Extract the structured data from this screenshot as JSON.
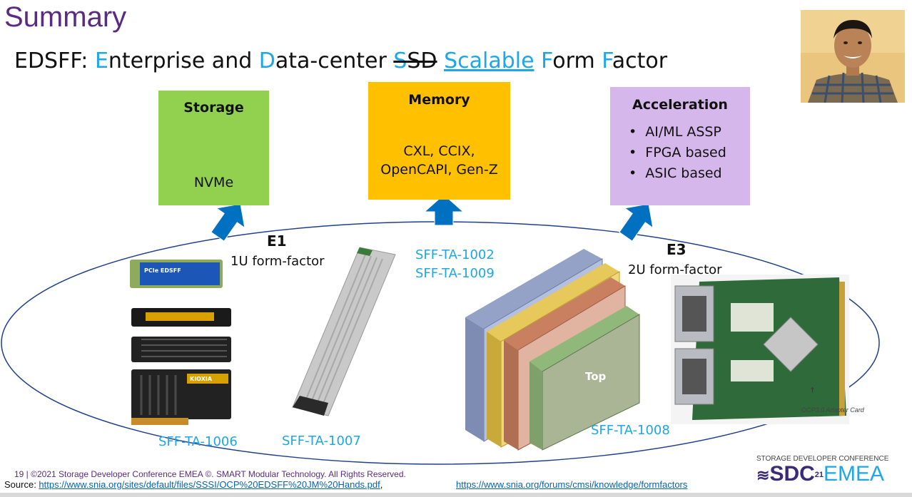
{
  "title": "Summary",
  "subtitle": {
    "p1": "EDSFF: ",
    "E": "E",
    "p2": "nterprise and ",
    "D": "D",
    "p3": "ata-center ",
    "ssd_s": "S",
    "ssd_rest": "SD",
    "p4": " ",
    "scalable": "Scalable",
    "p5": " ",
    "F1": "F",
    "p6": "orm ",
    "F2": "F",
    "p7": "actor"
  },
  "boxes": {
    "storage": {
      "title": "Storage",
      "body": "NVMe",
      "color": "#92d050"
    },
    "memory": {
      "title": "Memory",
      "line1": "CXL, CCIX,",
      "line2": "OpenCAPI, Gen-Z",
      "color": "#ffc000"
    },
    "acceleration": {
      "title": "Acceleration",
      "items": [
        "AI/ML ASSP",
        "FPGA based",
        "ASIC based"
      ],
      "color": "#d6b7ec"
    }
  },
  "labels": {
    "e1": "E1",
    "e1_form": "1U form-factor",
    "e3": "E3",
    "e3_form": "2U form-factor",
    "sff_1002": "SFF-TA-1002",
    "sff_1009": "SFF-TA-1009",
    "sff_1006": "SFF-TA-1006",
    "sff_1007": "SFF-TA-1007",
    "sff_1008": "SFF-TA-1008",
    "top": "Top",
    "ocp": "OCP3.0 Adapter Card",
    "pcie_label": "PCIe EDSFF",
    "kioxia": "KIOXIA",
    "dagger": "†"
  },
  "footer": "19 | ©2021 Storage Developer Conference EMEA ©. SMART Modular Technology. All Rights Reserved.",
  "source_label": "Source: ",
  "source_link1": "https://www.snia.org/sites/default/files/SSSI/OCP%20EDSFF%20JM%20Hands.pdf",
  "source_comma": ",",
  "source_link2": "https://www.snia.org/forums/cmsi/knowledge/formfactors",
  "logo": {
    "conf": "STORAGE DEVELOPER CONFERENCE",
    "sdc": "SDC",
    "num": "21",
    "emea": "EMEA"
  },
  "colors": {
    "title": "#5b2b84",
    "accent": "#1ea7e6",
    "arrow": "#0070c0",
    "ellipse": "#1f3f8f"
  }
}
